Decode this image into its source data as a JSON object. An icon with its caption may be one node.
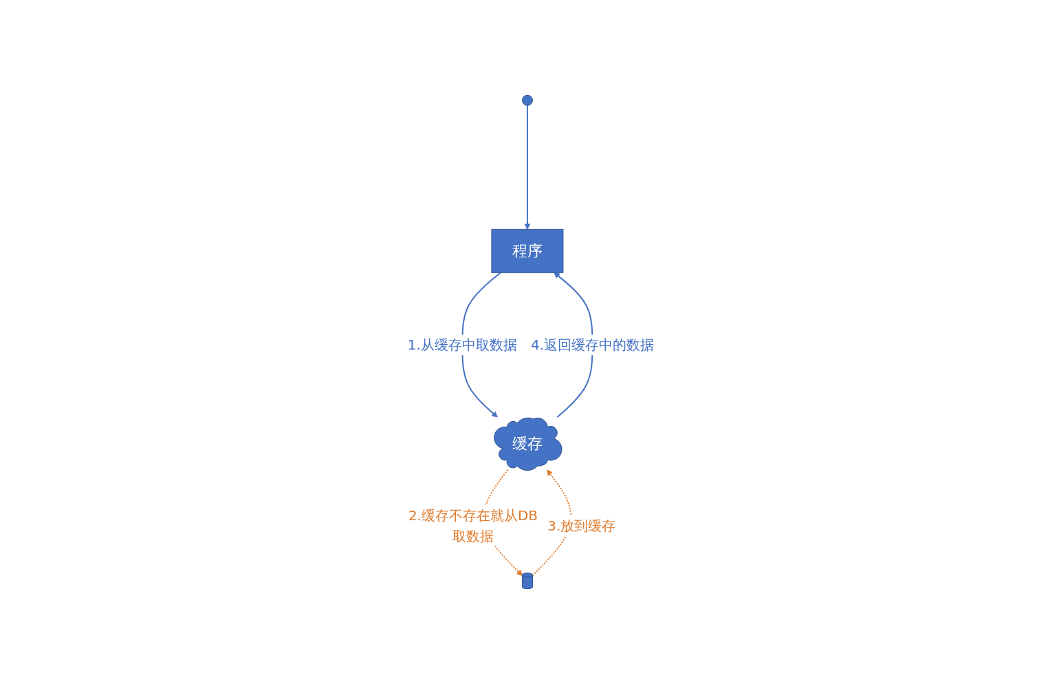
{
  "diagram": {
    "nodes": [
      {
        "text": [],
        "shape": "person"
      },
      {
        "text": [
          "程序"
        ]
      },
      {
        "text": [
          "缓存"
        ]
      },
      {
        "text": [],
        "shape": "cylinder"
      }
    ],
    "edges": [
      {
        "from": 0,
        "to": 1,
        "arrow": "to"
      },
      {
        "from": 1,
        "to": 2,
        "arrow": "to",
        "label": "1.从缓存中取数据"
      },
      {
        "from": 2,
        "to": 1,
        "arrow": "to",
        "label": "4.返回缓存中的数据"
      },
      {
        "from": 2,
        "to": 3,
        "arrow": "to",
        "label": "2.缓存不存在就从DB取数据",
        "style": "dashed",
        "color": "#e07b2c"
      },
      {
        "from": 3,
        "to": 2,
        "arrow": "to",
        "label": "3.放到缓存",
        "style": "dashed",
        "color": "#e07b2c"
      }
    ]
  }
}
